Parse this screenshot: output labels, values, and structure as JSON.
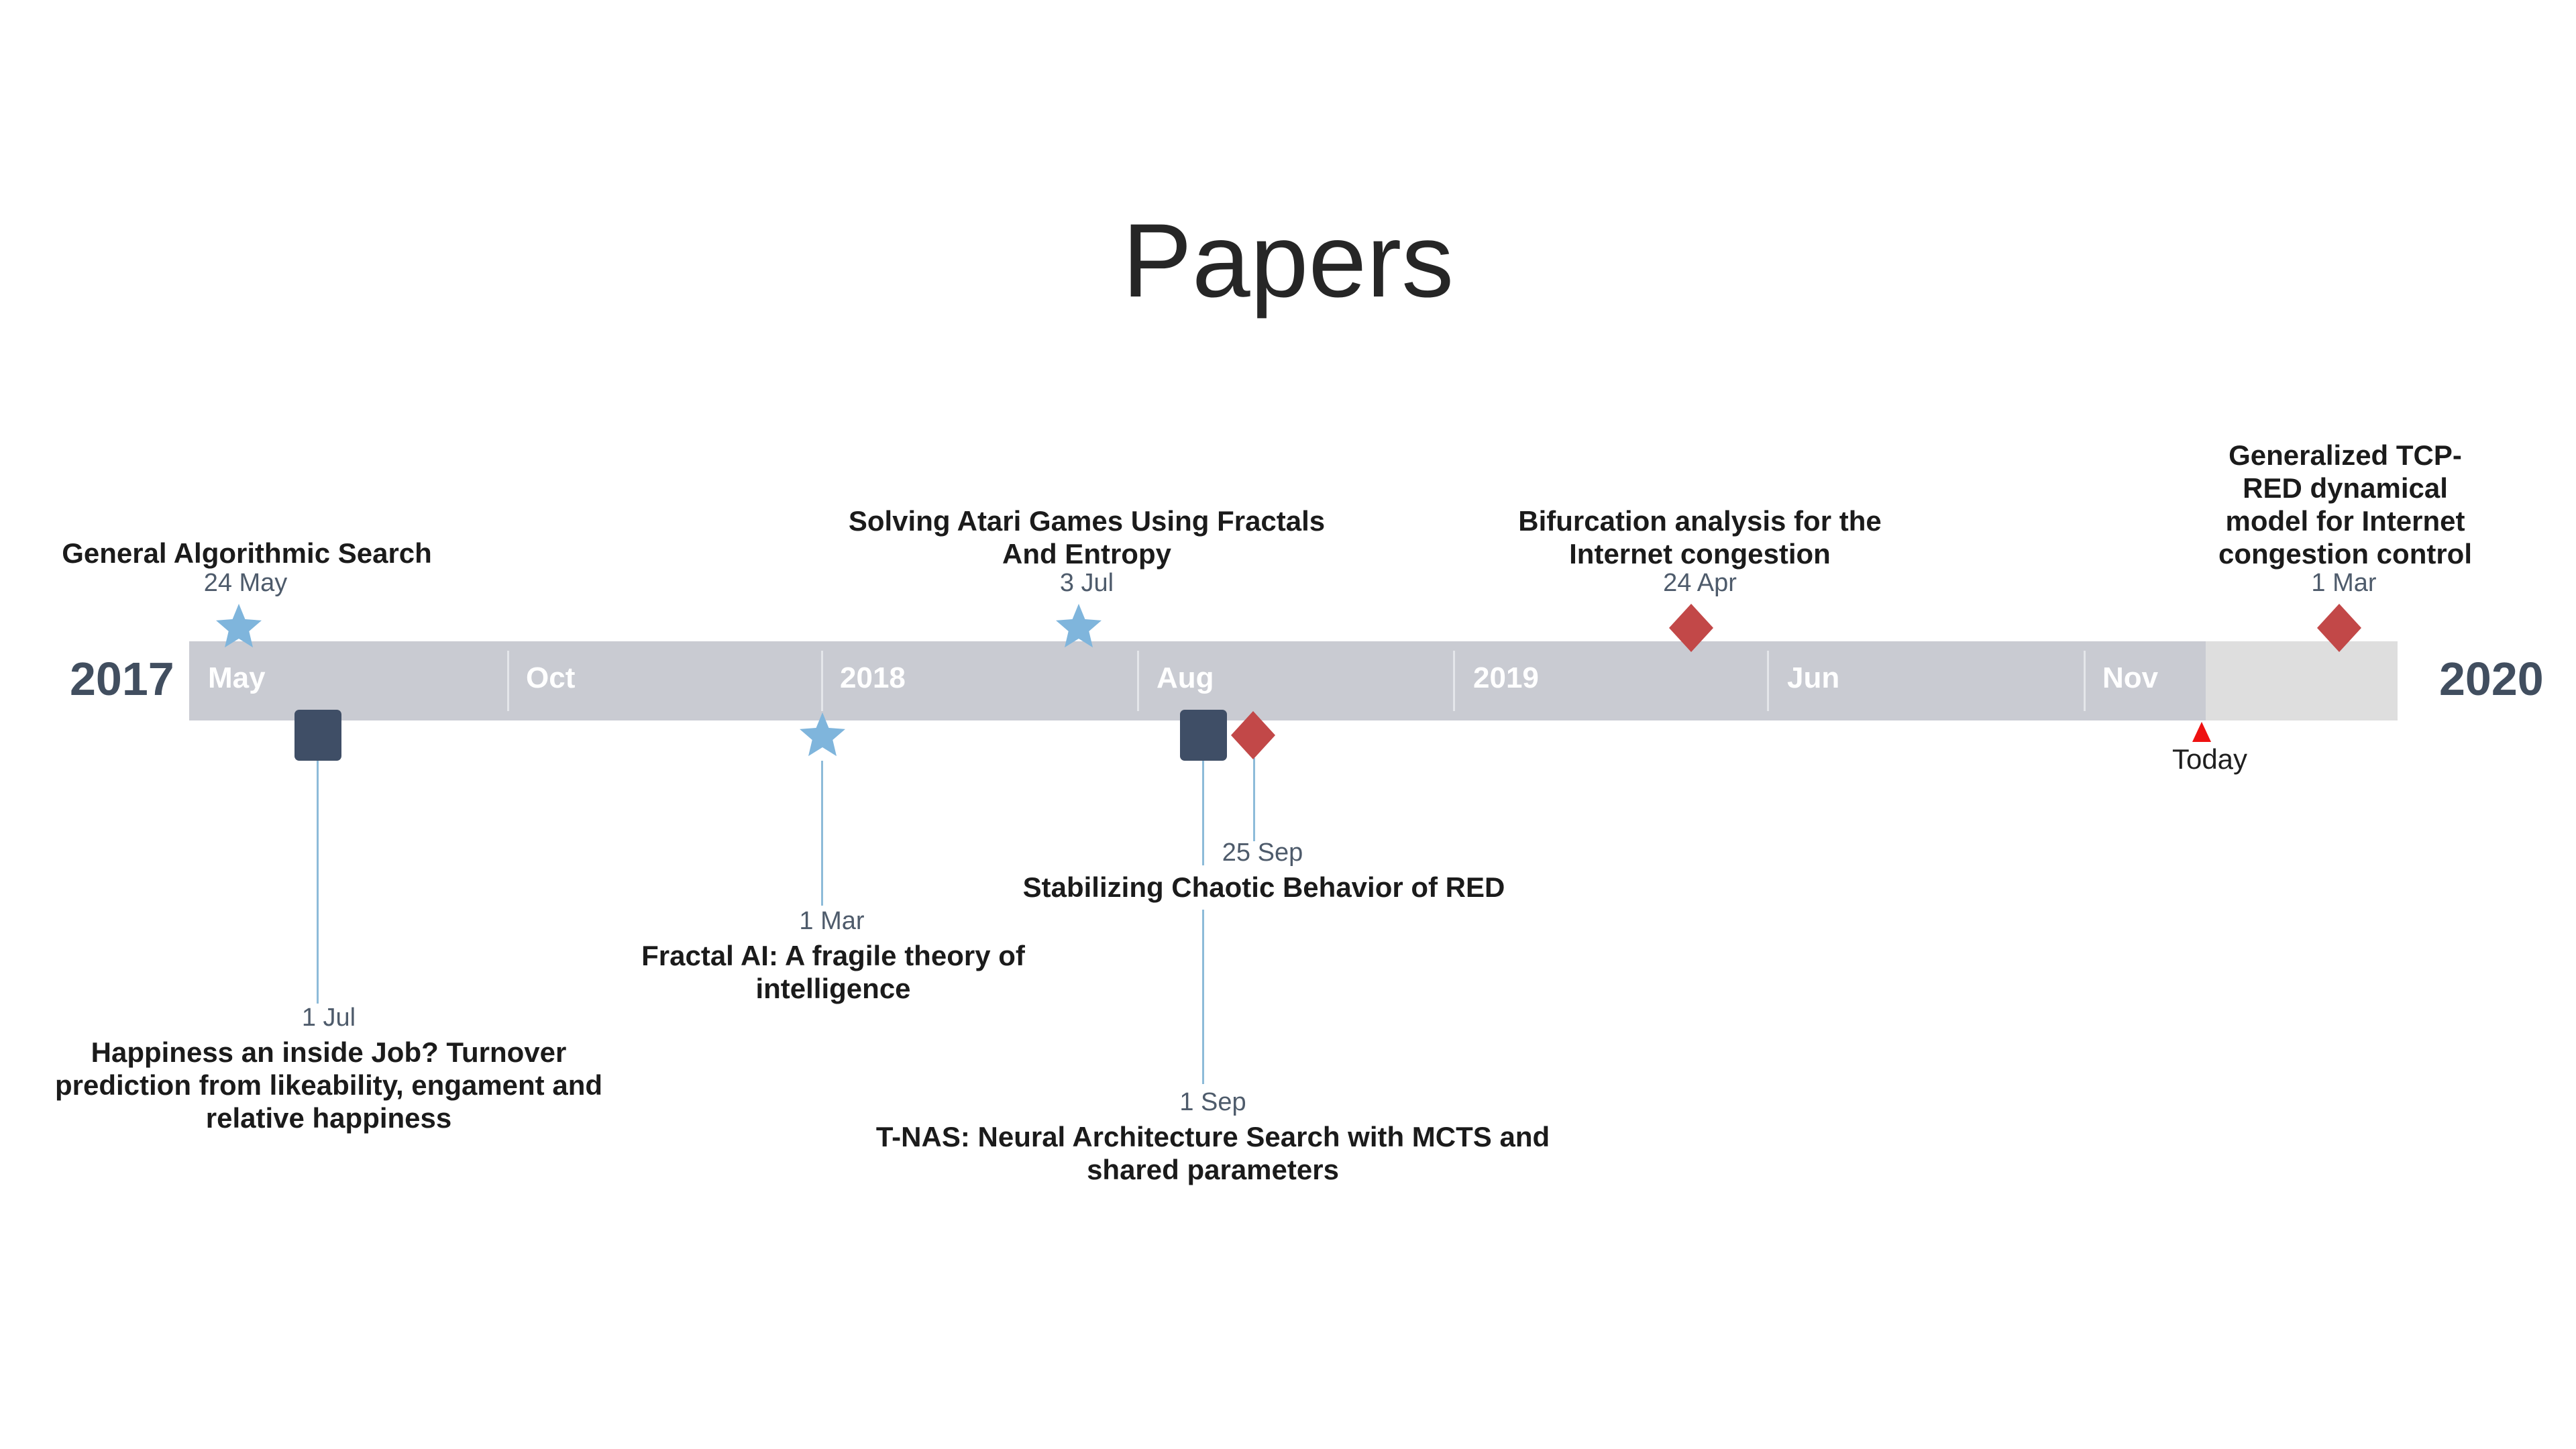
{
  "title": "Papers",
  "timeline": {
    "start_year": "2017",
    "end_year": "2020",
    "ticks": [
      "May",
      "Oct",
      "2018",
      "Aug",
      "2019",
      "Jun",
      "Nov"
    ],
    "today_label": "Today"
  },
  "colors": {
    "bar": "#c9cbd2",
    "bar_extension": "#dedede",
    "star": "#7fb5dc",
    "square": "#3f4e66",
    "diamond": "#c24848",
    "today_marker": "#ee1111"
  },
  "events": [
    {
      "id": "e1",
      "date": "24 May",
      "title": "General Algorithmic Search",
      "marker": "star"
    },
    {
      "id": "e2",
      "date": "1 Jul",
      "title": "Happiness an inside Job? Turnover prediction from likeability, engament and relative happiness",
      "marker": "square"
    },
    {
      "id": "e3",
      "date": "1 Mar",
      "title": "Fractal AI: A fragile theory of intelligence",
      "marker": "star"
    },
    {
      "id": "e4",
      "date": "3 Jul",
      "title": "Solving Atari Games Using Fractals And Entropy",
      "marker": "star"
    },
    {
      "id": "e5",
      "date": "1 Sep",
      "title": "T-NAS: Neural Architecture Search with MCTS and shared parameters",
      "marker": "square"
    },
    {
      "id": "e6",
      "date": "25 Sep",
      "title": "Stabilizing Chaotic Behavior of RED",
      "marker": "diamond"
    },
    {
      "id": "e7",
      "date": "24 Apr",
      "title": "Bifurcation analysis for the Internet congestion",
      "marker": "diamond"
    },
    {
      "id": "e8",
      "date": "1 Mar",
      "title": "Generalized TCP-RED dynamical model for Internet congestion control",
      "marker": "diamond"
    }
  ]
}
